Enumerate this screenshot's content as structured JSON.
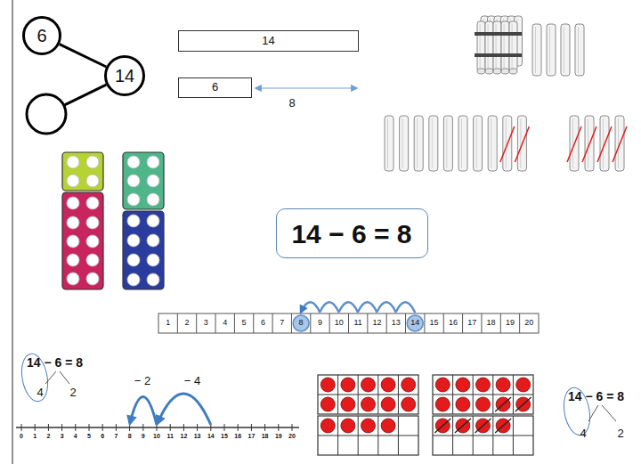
{
  "diagram": {
    "nodes": [
      {
        "text": [
          "6"
        ]
      },
      {
        "text": [
          "14"
        ]
      },
      {
        "text": [
          "14"
        ]
      },
      {
        "text": [
          "6"
        ]
      },
      {
        "text": [
          "14 − 6 = 8"
        ]
      }
    ],
    "edges": [
      {
        "from": 0,
        "to": 1,
        "arrow": "none"
      }
    ],
    "labels": [
      "8",
      "1",
      "2",
      "3",
      "4",
      "5",
      "6",
      "7",
      "8",
      "9",
      "10",
      "11",
      "12",
      "13",
      "14",
      "15",
      "16",
      "17",
      "18",
      "19",
      "20",
      "14 − 6 = 8",
      "4",
      "2",
      "− 2",
      "− 4",
      "0",
      "1",
      "2",
      "3",
      "4",
      "5",
      "6",
      "7",
      "8",
      "9",
      "10",
      "11",
      "12",
      "13",
      "14",
      "15",
      "16",
      "17",
      "18",
      "19",
      "20",
      "14 − 6 = 8",
      "4",
      "2"
    ]
  }
}
